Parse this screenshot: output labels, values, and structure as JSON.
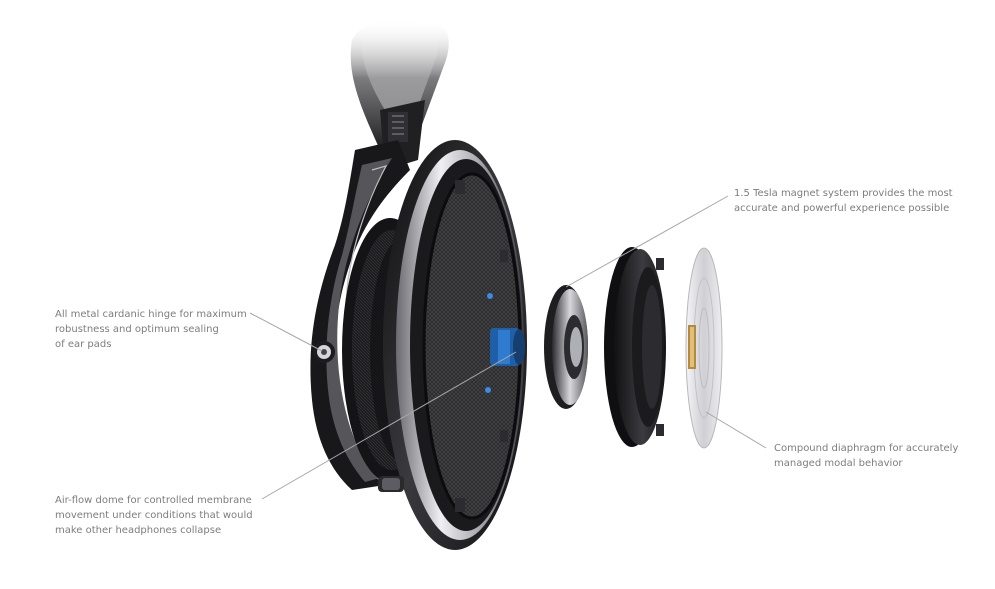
{
  "colors": {
    "text": "#7d7d7d",
    "leader": "#a6a6a6",
    "metal_dark": "#1b1b1d",
    "metal_mid": "#4a4a4e",
    "metal_light": "#d4d4d8",
    "accent_blue": "#1e5fa8"
  },
  "callouts": {
    "hinge": {
      "lines": [
        "All metal cardanic hinge for maximum",
        "robustness and optimum sealing",
        "of ear pads"
      ]
    },
    "dome": {
      "lines": [
        "Air-flow dome for controlled membrane",
        "movement under conditions that would",
        "make other headphones collapse"
      ]
    },
    "magnet": {
      "lines": [
        "1.5 Tesla magnet system provides the most",
        "accurate and powerful experience possible"
      ]
    },
    "diaphragm": {
      "lines": [
        "Compound diaphragm for accurately",
        "managed modal behavior"
      ]
    }
  },
  "icons": {
    "headband": "headband-icon",
    "earcup": "earcup-icon",
    "magnet": "magnet-ring-icon",
    "housing": "driver-housing-icon",
    "diaphragm": "diaphragm-icon"
  }
}
